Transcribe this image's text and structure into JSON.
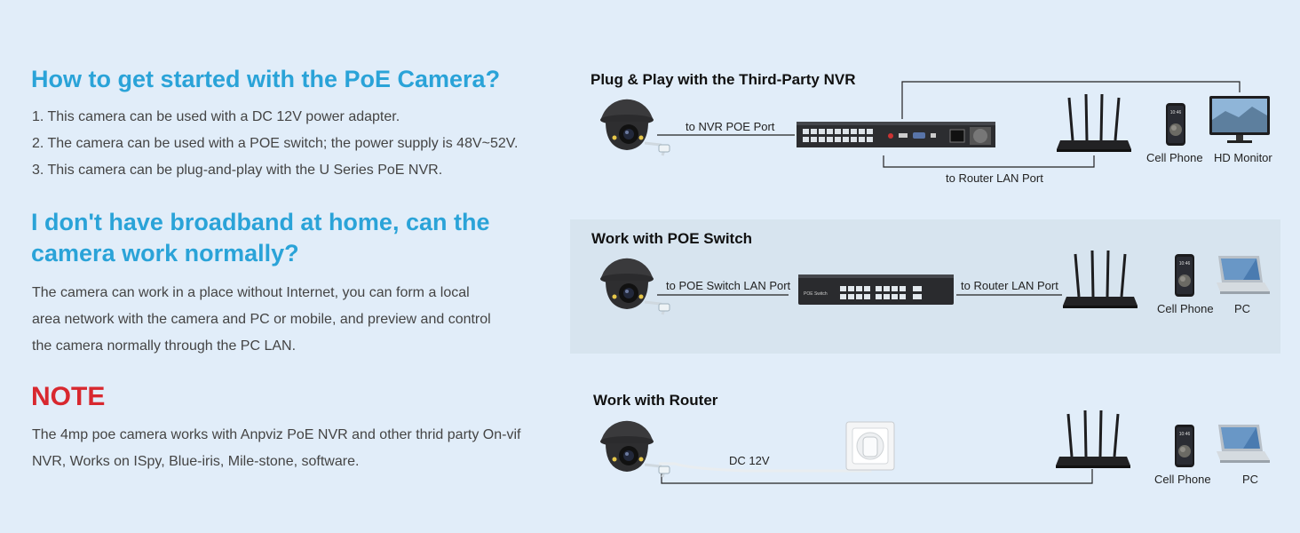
{
  "left": {
    "heading1": "How to get started with the PoE Camera?",
    "steps": [
      "1. This camera can be used with a DC 12V power adapter.",
      "2. The camera can be used with a POE switch; the power supply is 48V~52V.",
      "3. This camera can be plug-and-play with the U Series PoE NVR."
    ],
    "heading2_line1": "I don't have broadband at home, can the",
    "heading2_line2": "camera work normally?",
    "para_lines": [
      "The camera can work in a place without Internet, you can form a local",
      "area network with the camera and PC or mobile, and preview and control",
      "the camera normally through the PC LAN."
    ],
    "note_title": "NOTE",
    "note_lines": [
      "The 4mp poe camera works with Anpviz PoE NVR and other thrid party On-vif",
      "NVR, Works on ISpy, Blue-iris, Mile-stone, software."
    ]
  },
  "diagram1": {
    "title": "Plug & Play with the Third-Party NVR",
    "nvr_port_label": "to NVR POE Port",
    "router_port_label": "to Router LAN Port",
    "phone_label": "Cell Phone",
    "monitor_label": "HD Monitor"
  },
  "diagram2": {
    "title": "Work with POE Switch",
    "switch_port_label": "to POE Switch LAN Port",
    "router_port_label": "to Router LAN Port",
    "switch_text": "POE Switch",
    "phone_label": "Cell Phone",
    "pc_label": "PC"
  },
  "diagram3": {
    "title": "Work with Router",
    "power_label": "DC 12V",
    "phone_label": "Cell Phone",
    "pc_label": "PC"
  },
  "phone_screen_time": "10:46"
}
